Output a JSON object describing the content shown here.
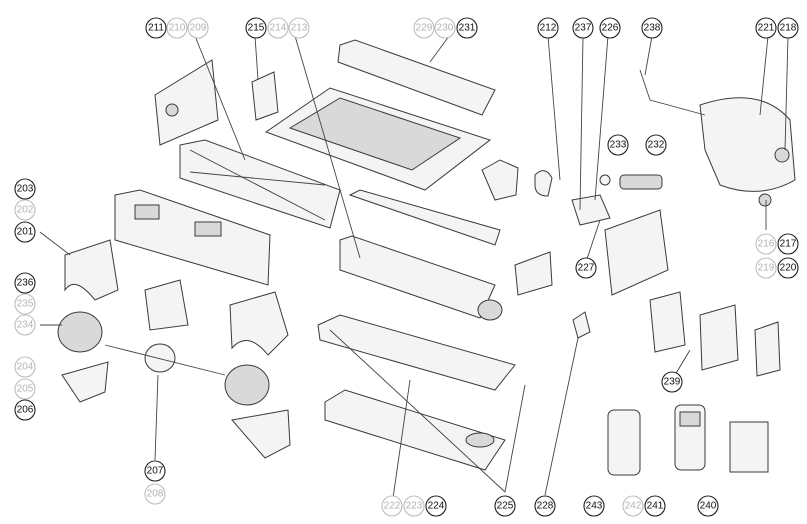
{
  "diagram": {
    "callouts": [
      {
        "id": "211",
        "faded": false
      },
      {
        "id": "210",
        "faded": true
      },
      {
        "id": "209",
        "faded": true
      },
      {
        "id": "215",
        "faded": false
      },
      {
        "id": "214",
        "faded": true
      },
      {
        "id": "213",
        "faded": true
      },
      {
        "id": "229",
        "faded": true
      },
      {
        "id": "230",
        "faded": true
      },
      {
        "id": "231",
        "faded": false
      },
      {
        "id": "212",
        "faded": false
      },
      {
        "id": "237",
        "faded": false
      },
      {
        "id": "226",
        "faded": false
      },
      {
        "id": "238",
        "faded": false
      },
      {
        "id": "221",
        "faded": false
      },
      {
        "id": "218",
        "faded": false
      },
      {
        "id": "233",
        "faded": false
      },
      {
        "id": "232",
        "faded": false
      },
      {
        "id": "203",
        "faded": false
      },
      {
        "id": "202",
        "faded": true
      },
      {
        "id": "201",
        "faded": false
      },
      {
        "id": "236",
        "faded": false
      },
      {
        "id": "235",
        "faded": true
      },
      {
        "id": "234",
        "faded": true
      },
      {
        "id": "204",
        "faded": true
      },
      {
        "id": "205",
        "faded": true
      },
      {
        "id": "206",
        "faded": false
      },
      {
        "id": "207",
        "faded": false
      },
      {
        "id": "208",
        "faded": true
      },
      {
        "id": "216",
        "faded": true
      },
      {
        "id": "217",
        "faded": false
      },
      {
        "id": "219",
        "faded": true
      },
      {
        "id": "220",
        "faded": false
      },
      {
        "id": "227",
        "faded": false
      },
      {
        "id": "239",
        "faded": false
      },
      {
        "id": "222",
        "faded": true
      },
      {
        "id": "223",
        "faded": true
      },
      {
        "id": "224",
        "faded": false
      },
      {
        "id": "225",
        "faded": false
      },
      {
        "id": "228",
        "faded": false
      },
      {
        "id": "243",
        "faded": false
      },
      {
        "id": "242",
        "faded": true
      },
      {
        "id": "241",
        "faded": false
      },
      {
        "id": "240",
        "faded": false
      }
    ],
    "colors": {
      "line": "#3a3a3a",
      "faded": "#b3b3b3",
      "background": "#ffffff"
    }
  }
}
